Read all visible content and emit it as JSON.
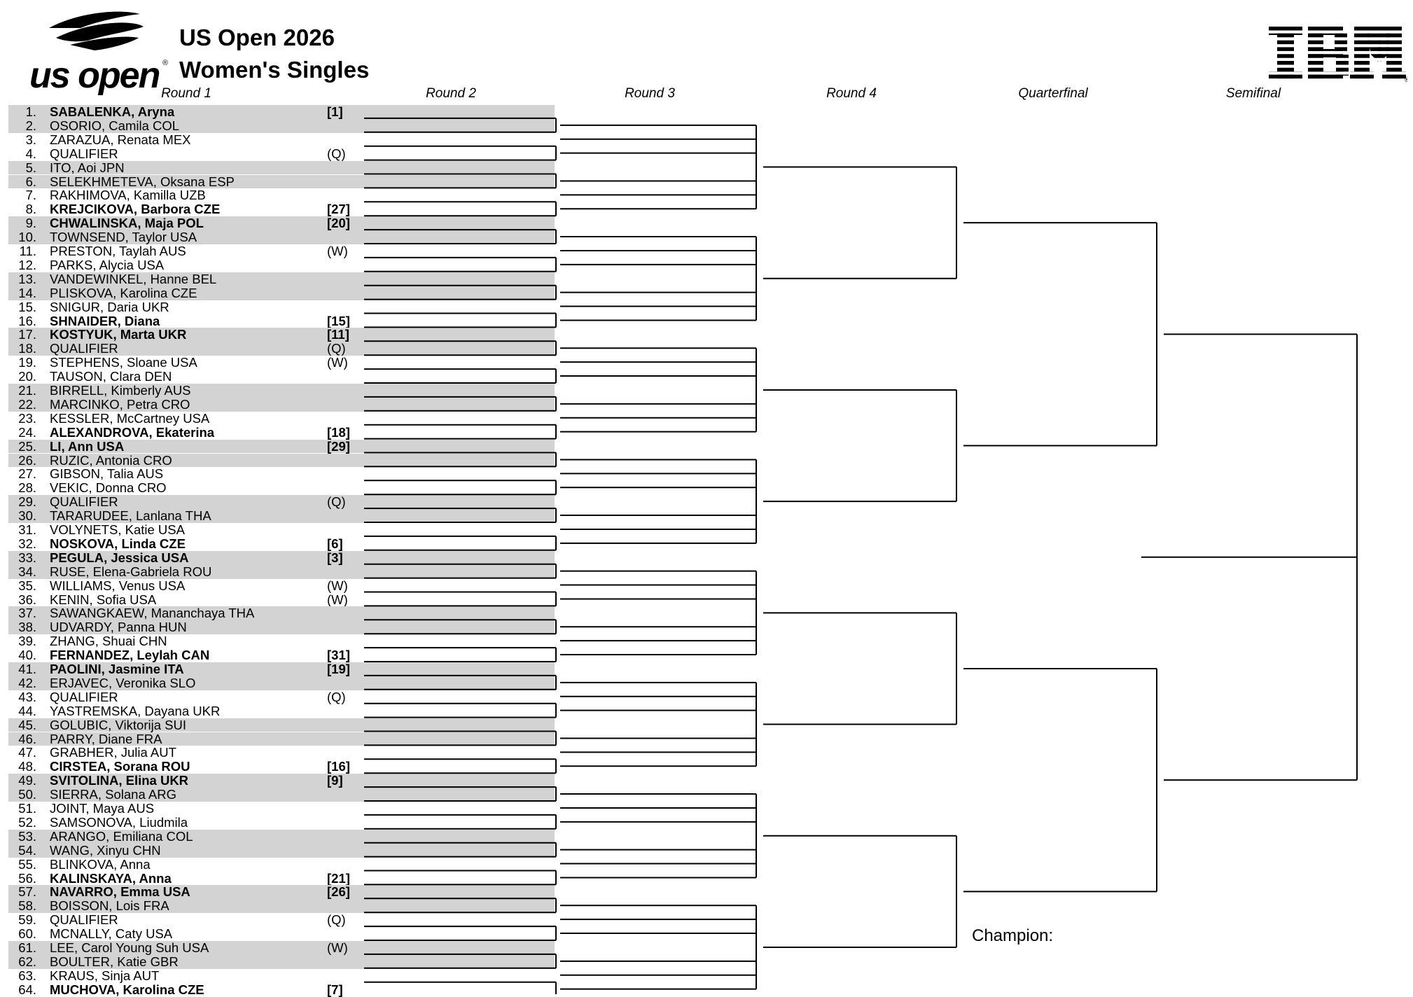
{
  "header": {
    "logo_text": "us open",
    "logo_reg": "®",
    "title_line1": "US Open 2026",
    "title_line2": "Women's Singles",
    "sponsor": "IBM"
  },
  "rounds": [
    "Round 1",
    "Round 2",
    "Round 3",
    "Round 4",
    "Quarterfinal",
    "Semifinal"
  ],
  "champion_label": "Champion:",
  "players": [
    {
      "num": "1.",
      "name": "SABALENKA, Aryna",
      "seed": "[1]",
      "seeded": true
    },
    {
      "num": "2.",
      "name": "OSORIO, Camila COL",
      "seed": "",
      "seeded": false
    },
    {
      "num": "3.",
      "name": "ZARAZUA, Renata MEX",
      "seed": "",
      "seeded": false
    },
    {
      "num": "4.",
      "name": "QUALIFIER",
      "seed": "(Q)",
      "seeded": false
    },
    {
      "num": "5.",
      "name": "ITO, Aoi JPN",
      "seed": "",
      "seeded": false
    },
    {
      "num": "6.",
      "name": "SELEKHMETEVA, Oksana ESP",
      "seed": "",
      "seeded": false
    },
    {
      "num": "7.",
      "name": "RAKHIMOVA, Kamilla UZB",
      "seed": "",
      "seeded": false
    },
    {
      "num": "8.",
      "name": "KREJCIKOVA, Barbora CZE",
      "seed": "[27]",
      "seeded": true
    },
    {
      "num": "9.",
      "name": "CHWALINSKA, Maja POL",
      "seed": "[20]",
      "seeded": true
    },
    {
      "num": "10.",
      "name": "TOWNSEND, Taylor USA",
      "seed": "",
      "seeded": false
    },
    {
      "num": "11.",
      "name": "PRESTON, Taylah AUS",
      "seed": "(W)",
      "seeded": false
    },
    {
      "num": "12.",
      "name": "PARKS, Alycia USA",
      "seed": "",
      "seeded": false
    },
    {
      "num": "13.",
      "name": "VANDEWINKEL, Hanne BEL",
      "seed": "",
      "seeded": false
    },
    {
      "num": "14.",
      "name": "PLISKOVA, Karolina CZE",
      "seed": "",
      "seeded": false
    },
    {
      "num": "15.",
      "name": "SNIGUR, Daria UKR",
      "seed": "",
      "seeded": false
    },
    {
      "num": "16.",
      "name": "SHNAIDER, Diana",
      "seed": "[15]",
      "seeded": true
    },
    {
      "num": "17.",
      "name": "KOSTYUK, Marta UKR",
      "seed": "[11]",
      "seeded": true
    },
    {
      "num": "18.",
      "name": "QUALIFIER",
      "seed": "(Q)",
      "seeded": false
    },
    {
      "num": "19.",
      "name": "STEPHENS, Sloane USA",
      "seed": "(W)",
      "seeded": false
    },
    {
      "num": "20.",
      "name": "TAUSON, Clara DEN",
      "seed": "",
      "seeded": false
    },
    {
      "num": "21.",
      "name": "BIRRELL, Kimberly AUS",
      "seed": "",
      "seeded": false
    },
    {
      "num": "22.",
      "name": "MARCINKO, Petra CRO",
      "seed": "",
      "seeded": false
    },
    {
      "num": "23.",
      "name": "KESSLER, McCartney USA",
      "seed": "",
      "seeded": false
    },
    {
      "num": "24.",
      "name": "ALEXANDROVA, Ekaterina",
      "seed": "[18]",
      "seeded": true
    },
    {
      "num": "25.",
      "name": "LI, Ann USA",
      "seed": "[29]",
      "seeded": true
    },
    {
      "num": "26.",
      "name": "RUZIC, Antonia CRO",
      "seed": "",
      "seeded": false
    },
    {
      "num": "27.",
      "name": "GIBSON, Talia AUS",
      "seed": "",
      "seeded": false
    },
    {
      "num": "28.",
      "name": "VEKIC, Donna CRO",
      "seed": "",
      "seeded": false
    },
    {
      "num": "29.",
      "name": "QUALIFIER",
      "seed": "(Q)",
      "seeded": false
    },
    {
      "num": "30.",
      "name": "TARARUDEE, Lanlana THA",
      "seed": "",
      "seeded": false
    },
    {
      "num": "31.",
      "name": "VOLYNETS, Katie USA",
      "seed": "",
      "seeded": false
    },
    {
      "num": "32.",
      "name": "NOSKOVA, Linda CZE",
      "seed": "[6]",
      "seeded": true
    },
    {
      "num": "33.",
      "name": "PEGULA, Jessica USA",
      "seed": "[3]",
      "seeded": true
    },
    {
      "num": "34.",
      "name": "RUSE, Elena-Gabriela ROU",
      "seed": "",
      "seeded": false
    },
    {
      "num": "35.",
      "name": "WILLIAMS, Venus USA",
      "seed": "(W)",
      "seeded": false
    },
    {
      "num": "36.",
      "name": "KENIN, Sofia USA",
      "seed": "(W)",
      "seeded": false
    },
    {
      "num": "37.",
      "name": "SAWANGKAEW, Mananchaya THA",
      "seed": "",
      "seeded": false
    },
    {
      "num": "38.",
      "name": "UDVARDY, Panna HUN",
      "seed": "",
      "seeded": false
    },
    {
      "num": "39.",
      "name": "ZHANG, Shuai CHN",
      "seed": "",
      "seeded": false
    },
    {
      "num": "40.",
      "name": "FERNANDEZ, Leylah CAN",
      "seed": "[31]",
      "seeded": true
    },
    {
      "num": "41.",
      "name": "PAOLINI, Jasmine ITA",
      "seed": "[19]",
      "seeded": true
    },
    {
      "num": "42.",
      "name": "ERJAVEC, Veronika SLO",
      "seed": "",
      "seeded": false
    },
    {
      "num": "43.",
      "name": "QUALIFIER",
      "seed": "(Q)",
      "seeded": false
    },
    {
      "num": "44.",
      "name": "YASTREMSKA, Dayana UKR",
      "seed": "",
      "seeded": false
    },
    {
      "num": "45.",
      "name": "GOLUBIC, Viktorija SUI",
      "seed": "",
      "seeded": false
    },
    {
      "num": "46.",
      "name": "PARRY, Diane FRA",
      "seed": "",
      "seeded": false
    },
    {
      "num": "47.",
      "name": "GRABHER, Julia AUT",
      "seed": "",
      "seeded": false
    },
    {
      "num": "48.",
      "name": "CIRSTEA, Sorana ROU",
      "seed": "[16]",
      "seeded": true
    },
    {
      "num": "49.",
      "name": "SVITOLINA, Elina UKR",
      "seed": "[9]",
      "seeded": true
    },
    {
      "num": "50.",
      "name": "SIERRA, Solana ARG",
      "seed": "",
      "seeded": false
    },
    {
      "num": "51.",
      "name": "JOINT, Maya AUS",
      "seed": "",
      "seeded": false
    },
    {
      "num": "52.",
      "name": "SAMSONOVA, Liudmila",
      "seed": "",
      "seeded": false
    },
    {
      "num": "53.",
      "name": "ARANGO, Emiliana COL",
      "seed": "",
      "seeded": false
    },
    {
      "num": "54.",
      "name": "WANG, Xinyu CHN",
      "seed": "",
      "seeded": false
    },
    {
      "num": "55.",
      "name": "BLINKOVA, Anna",
      "seed": "",
      "seeded": false
    },
    {
      "num": "56.",
      "name": "KALINSKAYA, Anna",
      "seed": "[21]",
      "seeded": true
    },
    {
      "num": "57.",
      "name": "NAVARRO, Emma USA",
      "seed": "[26]",
      "seeded": true
    },
    {
      "num": "58.",
      "name": "BOISSON, Lois FRA",
      "seed": "",
      "seeded": false
    },
    {
      "num": "59.",
      "name": "QUALIFIER",
      "seed": "(Q)",
      "seeded": false
    },
    {
      "num": "60.",
      "name": "MCNALLY, Caty USA",
      "seed": "",
      "seeded": false
    },
    {
      "num": "61.",
      "name": "LEE, Carol Young Suh USA",
      "seed": "(W)",
      "seeded": false
    },
    {
      "num": "62.",
      "name": "BOULTER, Katie GBR",
      "seed": "",
      "seeded": false
    },
    {
      "num": "63.",
      "name": "KRAUS, Sinja AUT",
      "seed": "",
      "seeded": false
    },
    {
      "num": "64.",
      "name": "MUCHOVA, Karolina CZE",
      "seed": "[7]",
      "seeded": true
    }
  ]
}
